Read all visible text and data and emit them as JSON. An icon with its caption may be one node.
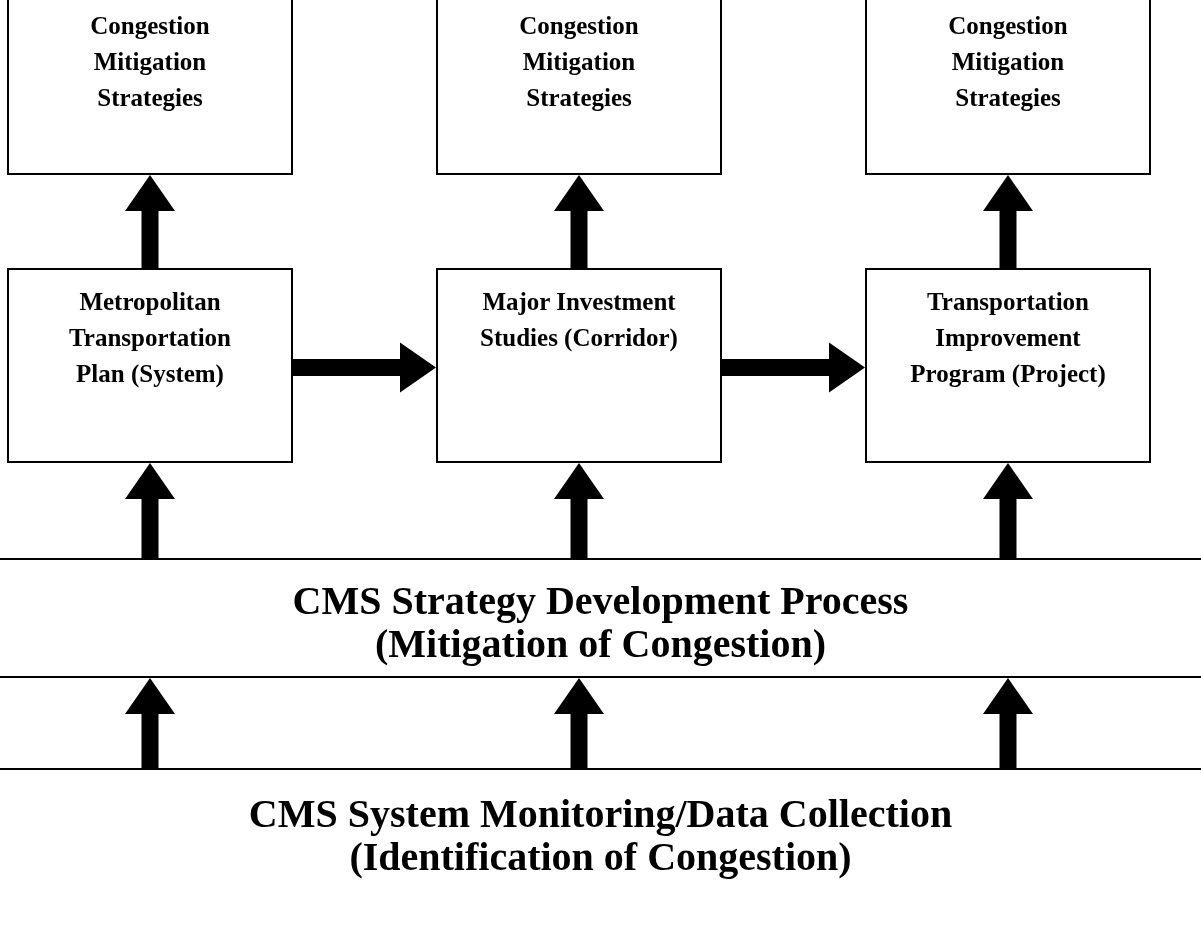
{
  "diagram": {
    "nodes": [
      {
        "text": [
          "Congestion Mitigation Strategies"
        ]
      },
      {
        "text": [
          "Congestion Mitigation Strategies"
        ]
      },
      {
        "text": [
          "Congestion Mitigation Strategies"
        ]
      },
      {
        "text": [
          "Metropolitan Transportation Plan (System)"
        ]
      },
      {
        "text": [
          "Major Investment Studies (Corridor)"
        ]
      },
      {
        "text": [
          "Transportation Improvement Program (Project)"
        ]
      },
      {
        "text": [
          "CMS Strategy Development Process (Mitigation of Congestion)"
        ]
      },
      {
        "text": [
          "CMS System Monitoring/Data Collection (Identification of Congestion)"
        ]
      }
    ],
    "edges": [
      {
        "from": 3,
        "to": 0,
        "arrow": "to",
        "style": "thick"
      },
      {
        "from": 4,
        "to": 1,
        "arrow": "to",
        "style": "thick"
      },
      {
        "from": 5,
        "to": 2,
        "arrow": "to",
        "style": "thick"
      },
      {
        "from": 3,
        "to": 4,
        "arrow": "to",
        "style": "thick"
      },
      {
        "from": 4,
        "to": 5,
        "arrow": "to",
        "style": "thick"
      },
      {
        "from": 6,
        "to": 3,
        "arrow": "to",
        "style": "thick"
      },
      {
        "from": 6,
        "to": 4,
        "arrow": "to",
        "style": "thick"
      },
      {
        "from": 6,
        "to": 5,
        "arrow": "to",
        "style": "thick"
      },
      {
        "from": 7,
        "to": 6,
        "arrow": "to",
        "style": "thick"
      },
      {
        "from": 7,
        "to": 6,
        "arrow": "to",
        "style": "thick"
      },
      {
        "from": 7,
        "to": 6,
        "arrow": "to",
        "style": "thick"
      }
    ]
  }
}
